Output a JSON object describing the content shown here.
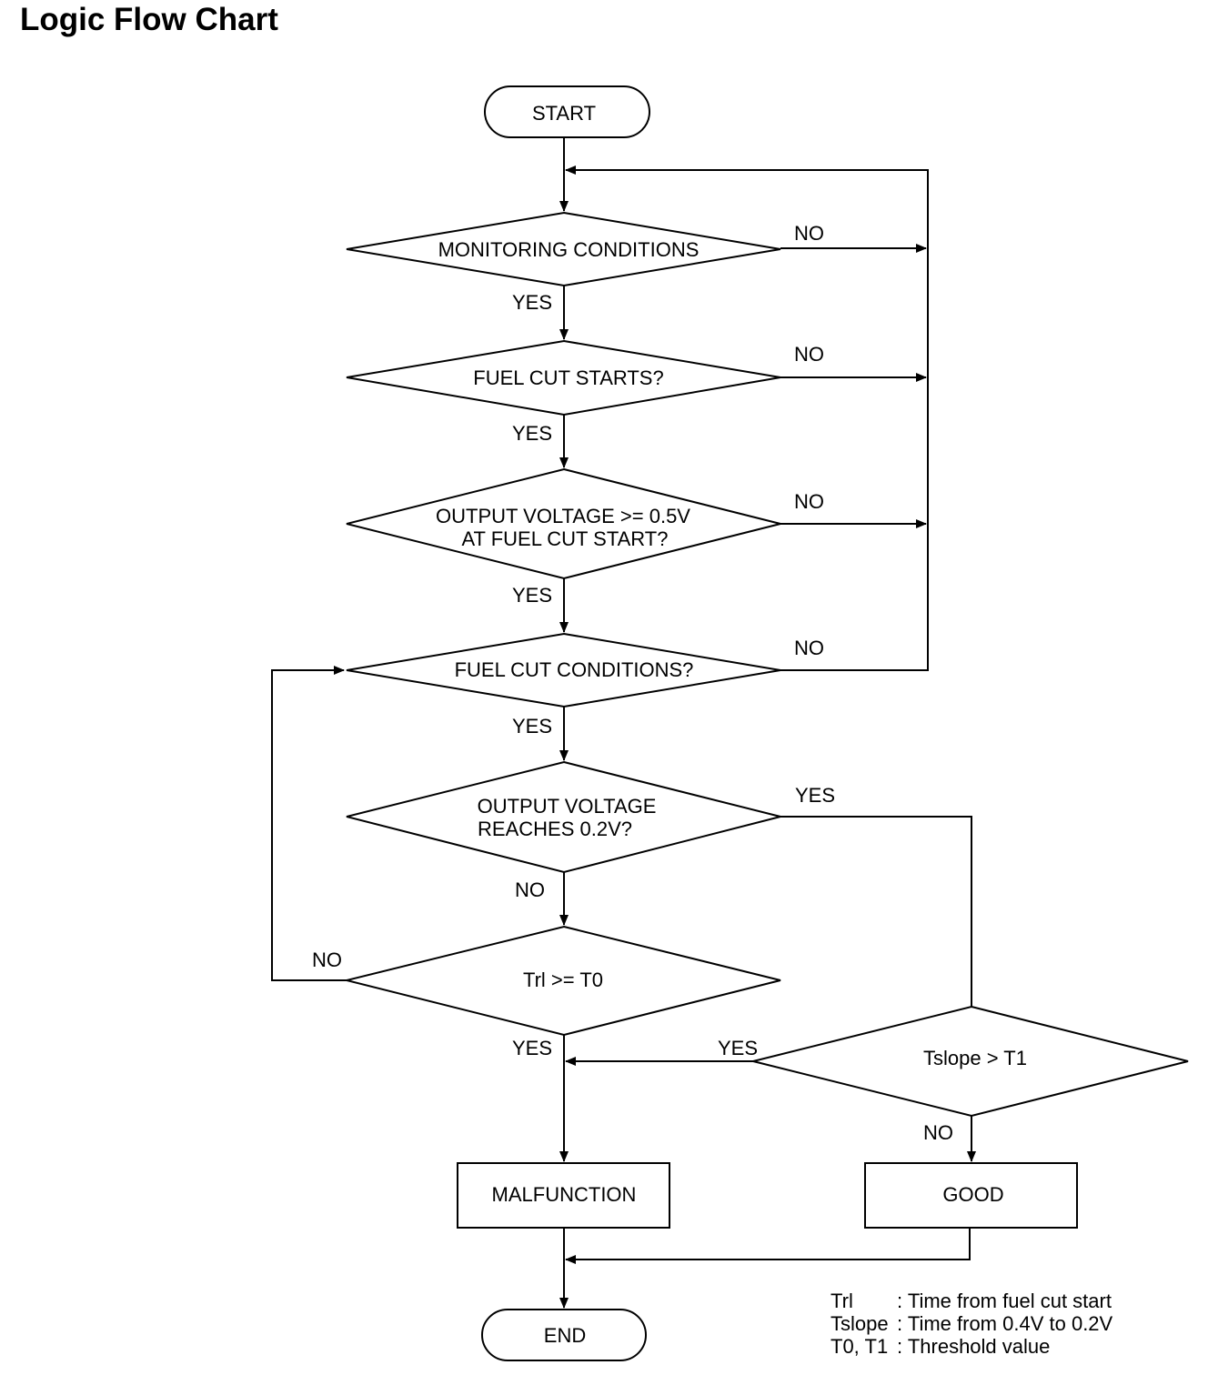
{
  "title": "Logic Flow Chart",
  "nodes": {
    "start": "START",
    "monitoring": "MONITORING CONDITIONS",
    "fuel_cut_starts": "FUEL CUT STARTS?",
    "output_voltage_1": "OUTPUT VOLTAGE >= 0.5V",
    "output_voltage_2": "AT FUEL CUT START?",
    "fuel_cut_conditions": "FUEL CUT CONDITIONS?",
    "reaches_1": "OUTPUT VOLTAGE",
    "reaches_2": "REACHES 0.2V?",
    "trl": "Trl >= T0",
    "tslope": "Tslope > T1",
    "malfunction": "MALFUNCTION",
    "good": "GOOD",
    "end": "END"
  },
  "labels": {
    "yes": "YES",
    "no": "NO"
  },
  "legend": {
    "line1_term": "Trl",
    "line1_desc": ": Time from fuel cut start",
    "line2_term": "Tslope",
    "line2_desc": ": Time from 0.4V to 0.2V",
    "line3_term": "T0, T1",
    "line3_desc": ": Threshold value"
  }
}
